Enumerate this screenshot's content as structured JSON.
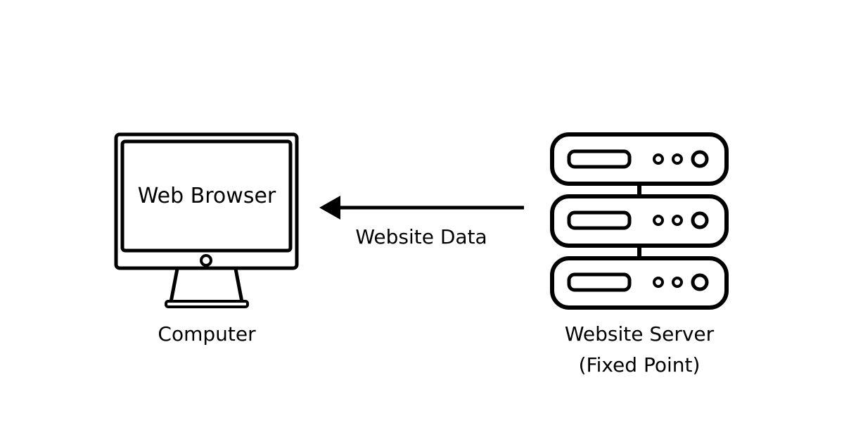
{
  "diagram": {
    "computer": {
      "screen_label": "Web Browser",
      "caption": "Computer"
    },
    "connection": {
      "label": "Website Data",
      "direction": "server-to-computer"
    },
    "server": {
      "caption_line1": "Website Server",
      "caption_line2": "(Fixed Point)",
      "unit_count": 3
    }
  },
  "colors": {
    "stroke": "#000000",
    "background": "#ffffff"
  },
  "icons": {
    "computer": "monitor-icon",
    "server": "server-rack-icon",
    "arrow": "arrow-left-icon"
  }
}
